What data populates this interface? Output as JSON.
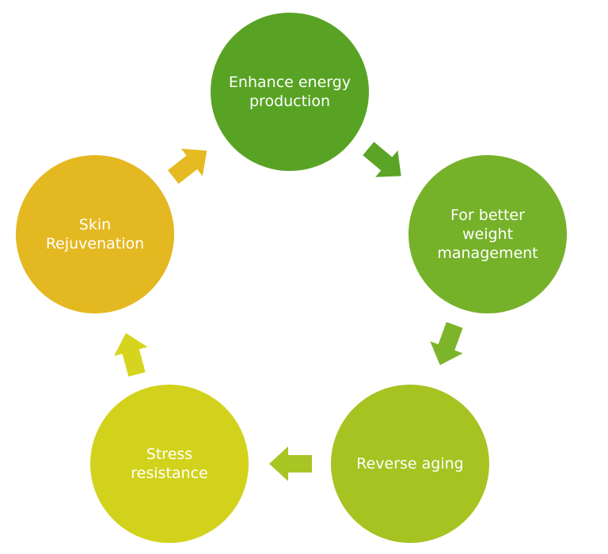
{
  "nodes": [
    {
      "id": "energy",
      "label": "Enhance energy production",
      "color": "#58a324"
    },
    {
      "id": "weight",
      "label": "For better weight management",
      "color": "#76b12a"
    },
    {
      "id": "aging",
      "label": "Reverse aging",
      "color": "#a6c322"
    },
    {
      "id": "stress",
      "label": "Stress resistance",
      "color": "#d2d21d"
    },
    {
      "id": "skin",
      "label": "Skin Rejuvenation",
      "color": "#e4b821"
    }
  ],
  "arrows": [
    {
      "from": "energy",
      "to": "weight",
      "color": "#5aa526"
    },
    {
      "from": "weight",
      "to": "aging",
      "color": "#7cb52a"
    },
    {
      "from": "aging",
      "to": "stress",
      "color": "#a9c524"
    },
    {
      "from": "stress",
      "to": "skin",
      "color": "#d6d41e"
    },
    {
      "from": "skin",
      "to": "energy",
      "color": "#e5ba22"
    }
  ]
}
